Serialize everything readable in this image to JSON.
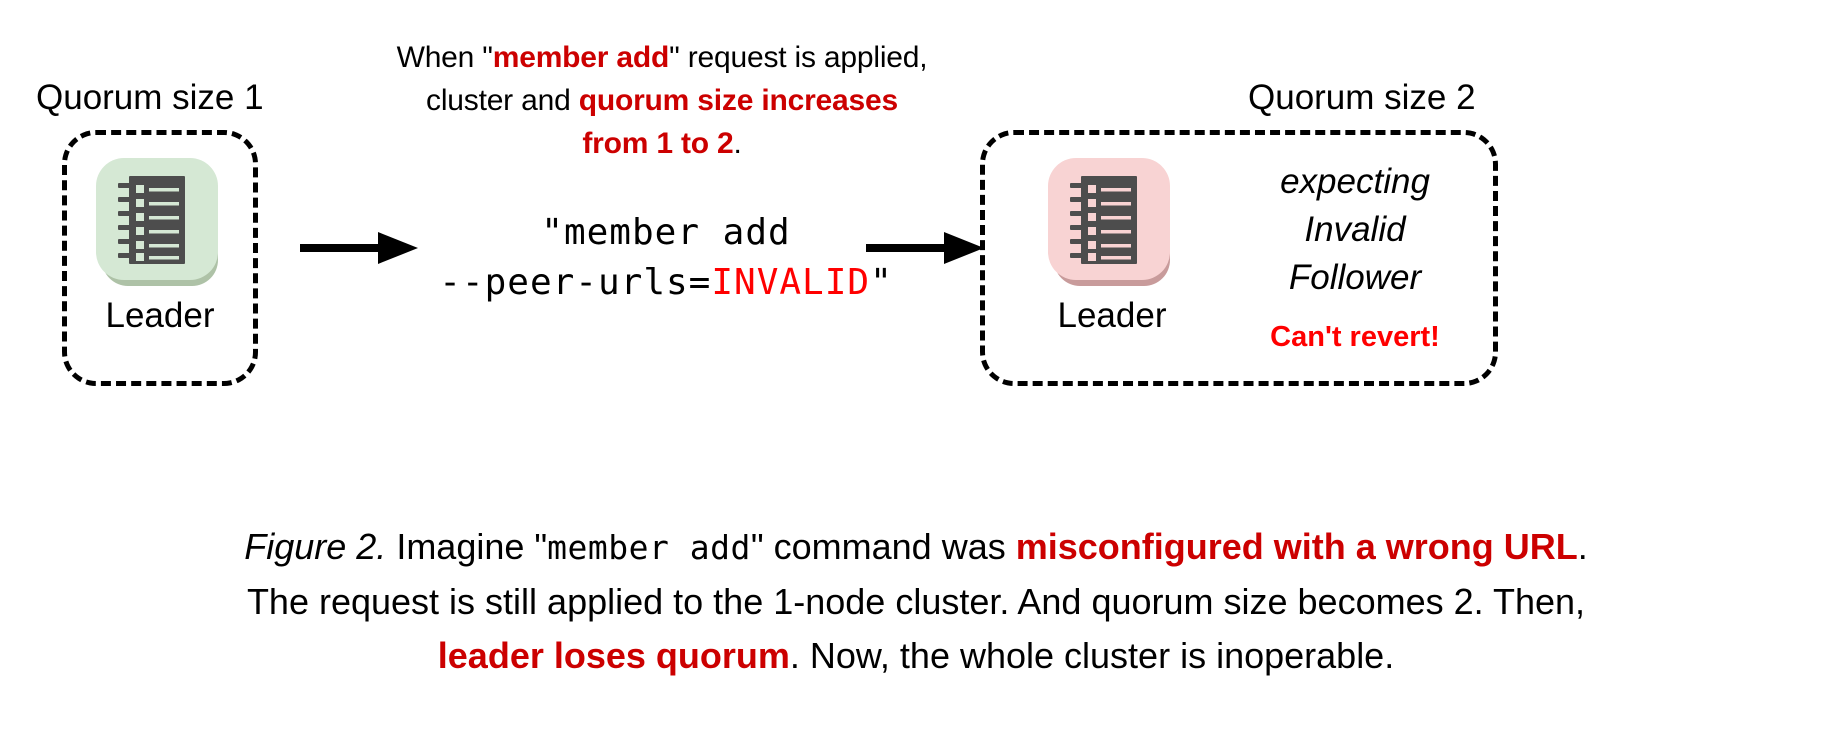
{
  "figure": {
    "colors": {
      "dark_red": "#cc0000",
      "bright_red": "#ff0000",
      "leader_healthy_bg": "#d5e8d4",
      "leader_failed_bg": "#f8d3d3",
      "text": "#000000",
      "background": "#ffffff"
    },
    "top_note": {
      "line1_pre": "When \"",
      "line1_emphasis": "member add",
      "line1_post": "\" request is applied,",
      "line2_pre": "cluster and ",
      "line2_emphasis": "quorum size increases",
      "line3_emphasis": "from 1 to 2",
      "line3_post": "."
    },
    "left_cluster": {
      "quorum_label": "Quorum size 1",
      "node": {
        "icon": "server-rack-icon",
        "caption": "Leader",
        "state": "healthy"
      }
    },
    "command": {
      "line1": "\"member add",
      "line2_pre": "--peer-urls=",
      "line2_value": "INVALID",
      "line2_post": "\""
    },
    "right_cluster": {
      "quorum_label": "Quorum size 2",
      "node": {
        "icon": "server-rack-icon",
        "caption": "Leader",
        "state": "failed"
      },
      "status": {
        "line1": "expecting",
        "line2": "Invalid",
        "line3": "Follower",
        "warning": "Can't revert!"
      }
    },
    "arrows": {
      "left": "arrow-right-icon",
      "right": "arrow-right-icon"
    },
    "caption": {
      "label": "Figure 2.",
      "seg1": " Imagine \"",
      "seg2_mono": "member add",
      "seg3": "\" command was ",
      "seg4_emphasis": "misconfigured with a wrong URL",
      "seg5": ".",
      "line2": "The request is still applied to the 1-node cluster. And quorum size becomes 2. Then,",
      "line3_emphasis": "leader loses quorum",
      "line3_post": ". Now, the whole cluster is inoperable."
    }
  }
}
